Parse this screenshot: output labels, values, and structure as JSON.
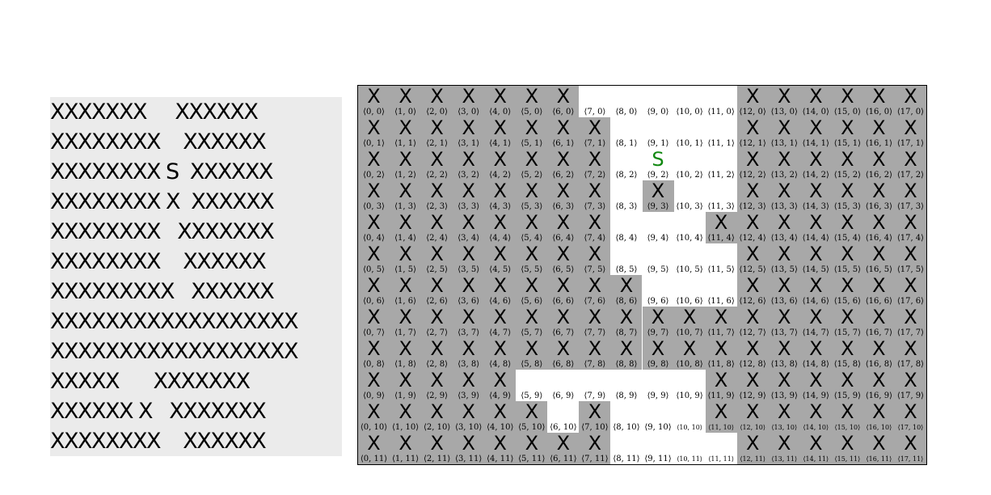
{
  "ascii_map": {
    "rows": [
      "XXXXXXX     XXXXXX",
      "XXXXXXXX    XXXXXX",
      "XXXXXXXX S  XXXXXX",
      "XXXXXXXX X  XXXXXX",
      "XXXXXXXX   XXXXXXX",
      "XXXXXXXX    XXXXXX",
      "XXXXXXXXX   XXXXXX",
      "XXXXXXXXXXXXXXXXXX",
      "XXXXXXXXXXXXXXXXXX",
      "XXXXX      XXXXXXX",
      "XXXXXX X   XXXXXXX",
      "XXXXXXXX    XXXXXX"
    ]
  },
  "grid": {
    "columns": 18,
    "rows": 12,
    "wall_symbol": "X",
    "start_symbol": "S",
    "colors": {
      "wall": "#a8a8a8",
      "open": "#ffffff",
      "start": "#118811"
    }
  }
}
